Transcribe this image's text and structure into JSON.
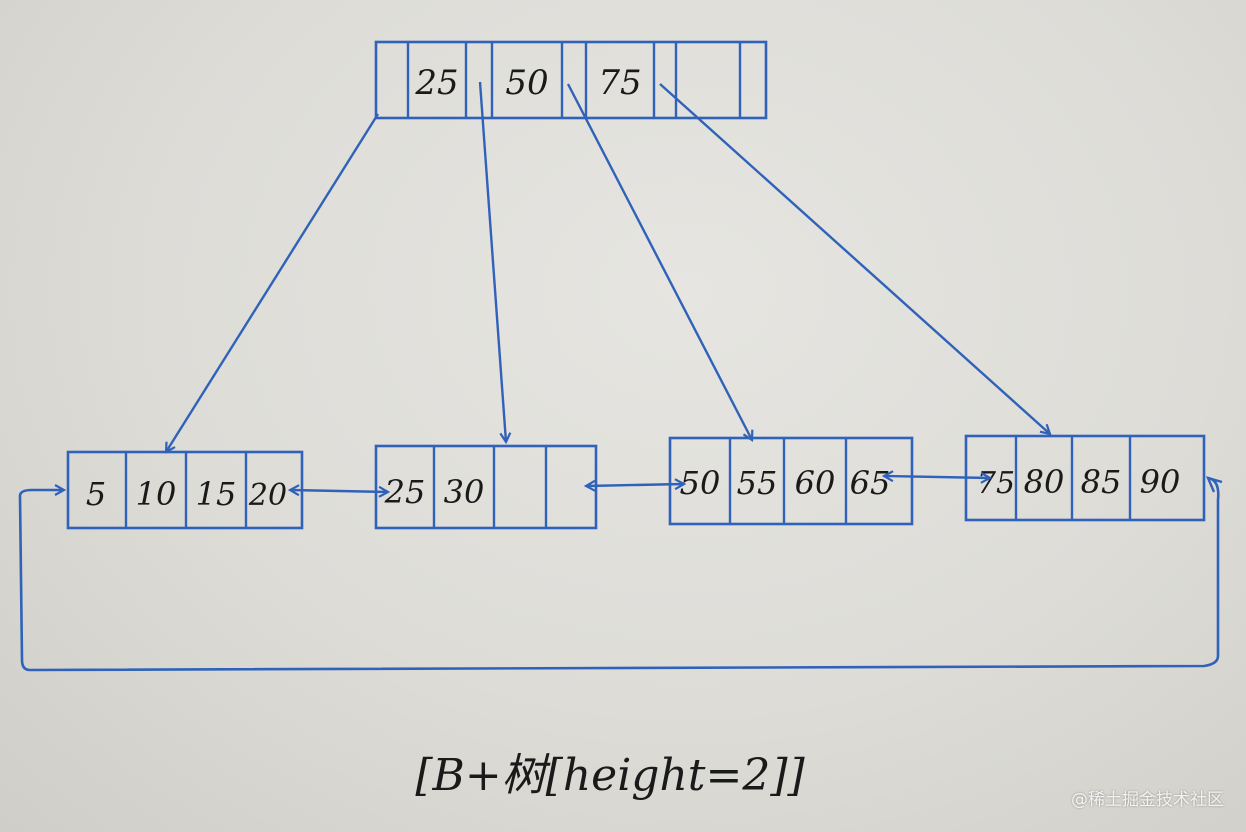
{
  "colors": {
    "ink": "#2f62b8",
    "text": "#1a1a1a"
  },
  "root": {
    "keys": [
      "25",
      "50",
      "75",
      ""
    ]
  },
  "leaves": [
    {
      "keys": [
        "5",
        "10",
        "15",
        "20"
      ]
    },
    {
      "keys": [
        "25",
        "30",
        "",
        ""
      ]
    },
    {
      "keys": [
        "50",
        "55",
        "60",
        "65"
      ]
    },
    {
      "keys": [
        "75",
        "80",
        "85",
        "90"
      ]
    }
  ],
  "caption": "[B+树[height=2]]",
  "watermark": "@稀土掘金技术社区"
}
